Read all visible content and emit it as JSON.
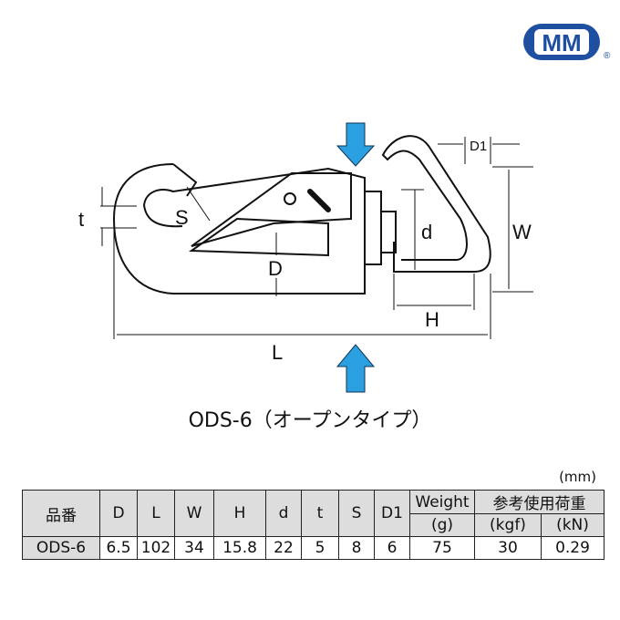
{
  "logo": {
    "text": "MM",
    "registered": "®",
    "color": "#1e4fa0"
  },
  "diagram": {
    "labels": {
      "t": "t",
      "S": "S",
      "D": "D",
      "d": "d",
      "W": "W",
      "H": "H",
      "L": "L",
      "D1": "D1"
    },
    "arrow_color": "#2aa0e0"
  },
  "caption": "ODS-6（オープンタイプ）",
  "table": {
    "unit": "(mm)",
    "headers": {
      "part_no": "品番",
      "D": "D",
      "L": "L",
      "W": "W",
      "H": "H",
      "d": "d",
      "t": "t",
      "S": "S",
      "D1": "D1",
      "weight": "Weight",
      "weight_unit": "(g)",
      "load": "参考使用荷重",
      "kgf": "(kgf)",
      "kN": "(kN)"
    },
    "row": {
      "part_no": "ODS-6",
      "D": "6.5",
      "L": "102",
      "W": "34",
      "H": "15.8",
      "d": "22",
      "t": "5",
      "S": "8",
      "D1": "6",
      "weight": "75",
      "kgf": "30",
      "kN": "0.29"
    }
  }
}
